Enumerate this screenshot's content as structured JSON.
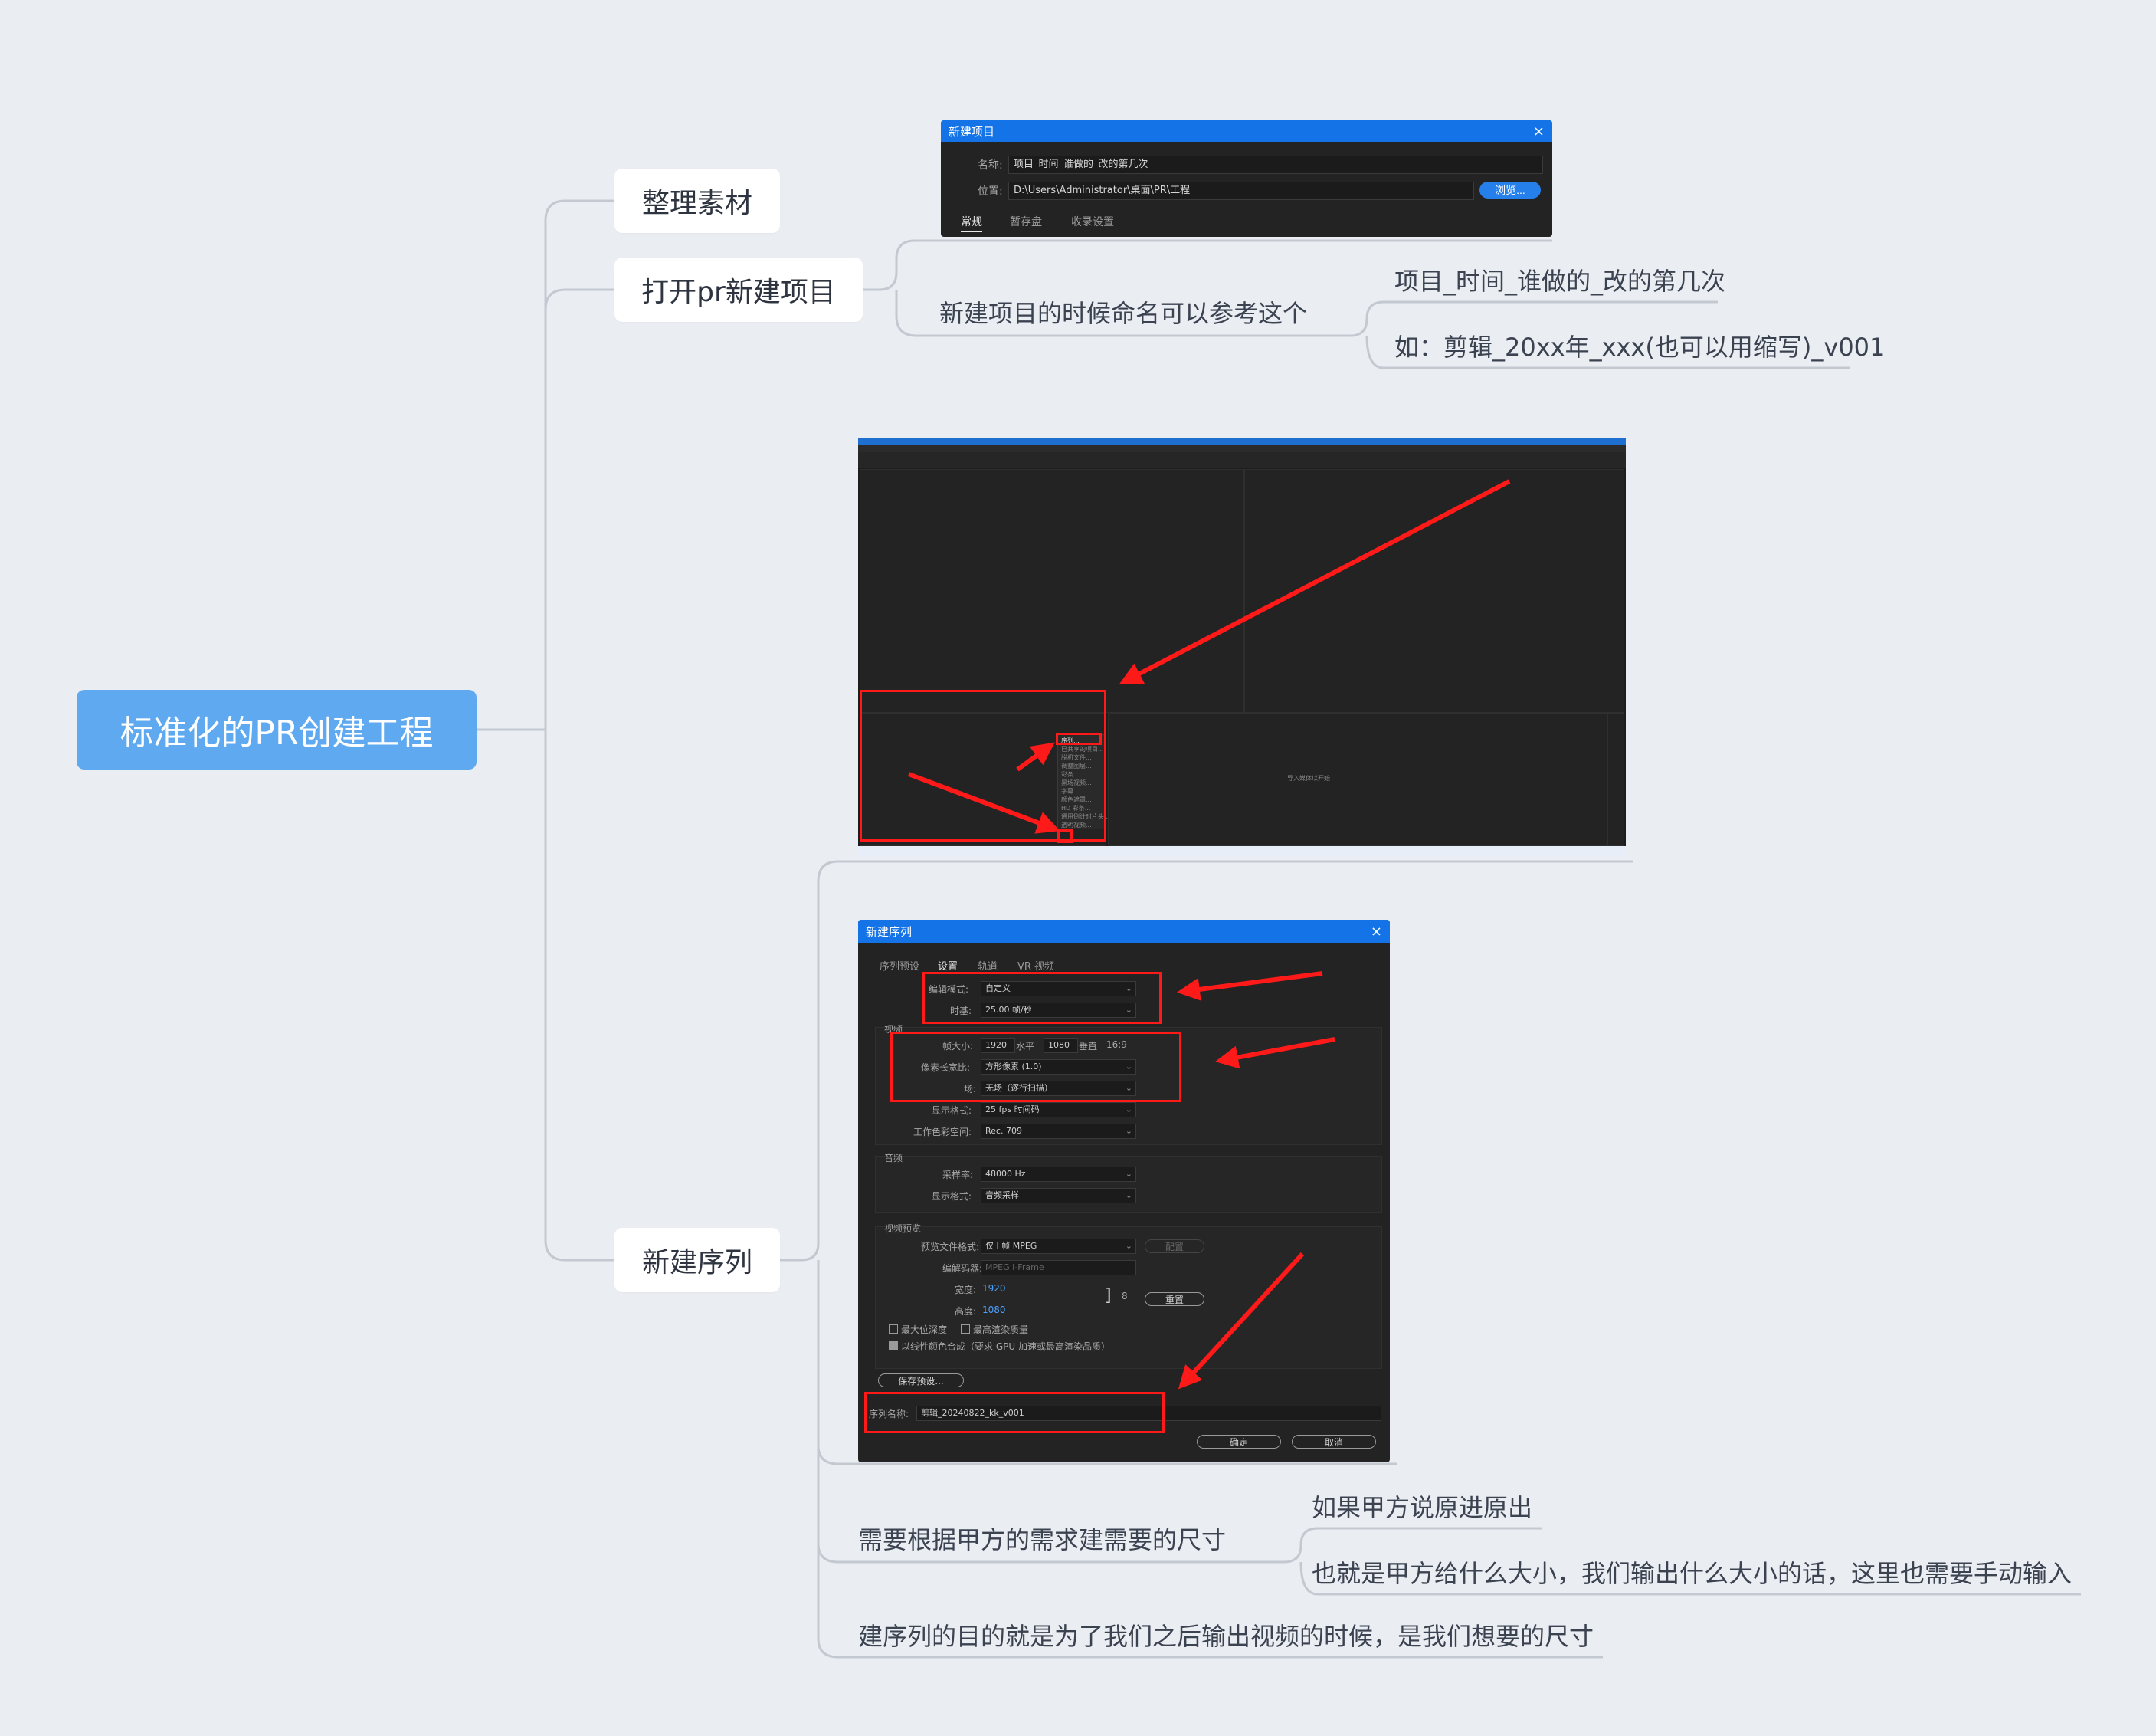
{
  "root": {
    "label": "标准化的PR创建工程"
  },
  "branches": {
    "organize": "整理素材",
    "new_project": "打开pr新建项目",
    "new_sequence": "新建序列"
  },
  "new_project_notes": {
    "note": "新建项目的时候命名可以参考这个",
    "children": [
      "项目_时间_谁做的_改的第几次",
      "如：剪辑_20xx年_xxx(也可以用缩写)_v001"
    ]
  },
  "new_sequence_notes": {
    "note1": "需要根据甲方的需求建需要的尺寸",
    "note1_children": [
      "如果甲方说原进原出",
      "也就是甲方给什么大小，我们输出什么大小的话，这里也需要手动输入"
    ],
    "note2": "建序列的目的就是为了我们之后输出视频的时候，是我们想要的尺寸"
  },
  "dialog_new_project": {
    "title": "新建项目",
    "close": "×",
    "name_label": "名称:",
    "name_value": "项目_时间_谁做的_改的第几次",
    "location_label": "位置:",
    "location_value": "D:\\Users\\Administrator\\桌面\\PR\\工程",
    "browse": "浏览...",
    "tabs": [
      "常规",
      "暂存盘",
      "收录设置"
    ]
  },
  "dialog_new_sequence": {
    "title": "新建序列",
    "close": "×",
    "tabs": [
      "序列预设",
      "设置",
      "轨道",
      "VR 视频"
    ],
    "edit_mode_label": "编辑模式:",
    "edit_mode_value": "自定义",
    "timebase_label": "时基:",
    "timebase_value": "25.00  帧/秒",
    "video_section": "视频",
    "frame_size_label": "帧大小:",
    "frame_w": "1920",
    "horizontal": "水平",
    "frame_h": "1080",
    "vertical": "垂直",
    "aspect": "16:9",
    "pixel_aspect_label": "像素长宽比:",
    "pixel_aspect_value": "方形像素 (1.0)",
    "field_label": "场:",
    "field_value": "无场（逐行扫描）",
    "display_format_label": "显示格式:",
    "display_format_value": "25 fps 时间码",
    "color_space_label": "工作色彩空间:",
    "color_space_value": "Rec. 709",
    "audio_section": "音频",
    "sample_rate_label": "采样率:",
    "sample_rate_value": "48000 Hz",
    "audio_display_label": "显示格式:",
    "audio_display_value": "音频采样",
    "preview_section": "视频预览",
    "preview_format_label": "预览文件格式:",
    "preview_format_value": "仅 I 帧 MPEG",
    "codec_label": "编解码器:",
    "codec_value": "MPEG I-Frame",
    "config_btn": "配置",
    "width_label": "宽度:",
    "width_value": "1920",
    "height_label": "高度:",
    "height_value": "1080",
    "reset_btn": "重置",
    "max_depth": "最大位深度",
    "max_quality": "最高渲染质量",
    "linear_color": "以线性颜色合成（要求 GPU 加速或最高渲染品质）",
    "save_preset": "保存预设...",
    "seq_name_label": "序列名称:",
    "seq_name_value": "剪辑_20240822_kk_v001",
    "ok": "确定",
    "cancel": "取消"
  },
  "premiere_window": {
    "title": "Adobe Premiere Pro 2020",
    "popup_items": [
      "序列...",
      "已共享的项目...",
      "脱机文件...",
      "调整图层...",
      "彩条...",
      "黑场视频...",
      "字幕...",
      "颜色遮罩...",
      "HD 彩条...",
      "通用倒计时片头...",
      "透明视频..."
    ],
    "center_hint": "导入媒体以开始"
  },
  "colors": {
    "background": "#eaedf2",
    "root": "#5ea9f0",
    "connector": "#c2c7cf",
    "highlight_red": "#ff1a1a",
    "adobe_blue": "#1473e6"
  }
}
